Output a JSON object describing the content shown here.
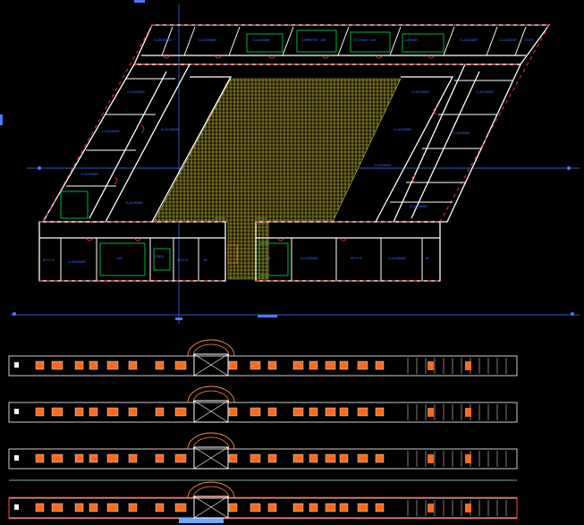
{
  "colors": {
    "background": "#000000",
    "wall": "#ffffff",
    "wall_dash": "#ff3030",
    "axis": "#4a78ff",
    "label": "#3a6dff",
    "furniture": "#00e04a",
    "courtyard": "#d8c84a",
    "window": "#ff6a1a",
    "elevation_line": "#ffffff",
    "arch": "#ff8a50",
    "ground": "#9fe0c8"
  },
  "plan": {
    "north_wing_rooms": [
      "CLASSROOM",
      "CLASSROOM",
      "CLASSROOM",
      "COMPUTER LAB",
      "SCIENCE LAB",
      "LIBRARY",
      "CLASSROOM",
      "CLASSROOM",
      "STAFF"
    ],
    "west_wing_rooms": [
      "CLASSROOM",
      "CLASSROOM",
      "CLASSROOM",
      "CLASSROOM",
      "CLASSROOM"
    ],
    "east_wing_rooms": [
      "CLASSROOM",
      "CLASSROOM",
      "CLASSROOM",
      "CLASSROOM",
      "CLASSROOM",
      "CLASSROOM"
    ],
    "south_west_rooms": [
      "OFFICE",
      "CLASSROOM",
      "LAB",
      "STORE",
      "TOILET",
      "WC"
    ],
    "south_east_rooms": [
      "LAB",
      "CLASSROOM",
      "OFFICE",
      "CLASSROOM",
      "WC"
    ]
  },
  "elevations": [
    {
      "id": "elevation-1"
    },
    {
      "id": "elevation-2"
    },
    {
      "id": "elevation-3"
    },
    {
      "id": "elevation-4"
    }
  ]
}
